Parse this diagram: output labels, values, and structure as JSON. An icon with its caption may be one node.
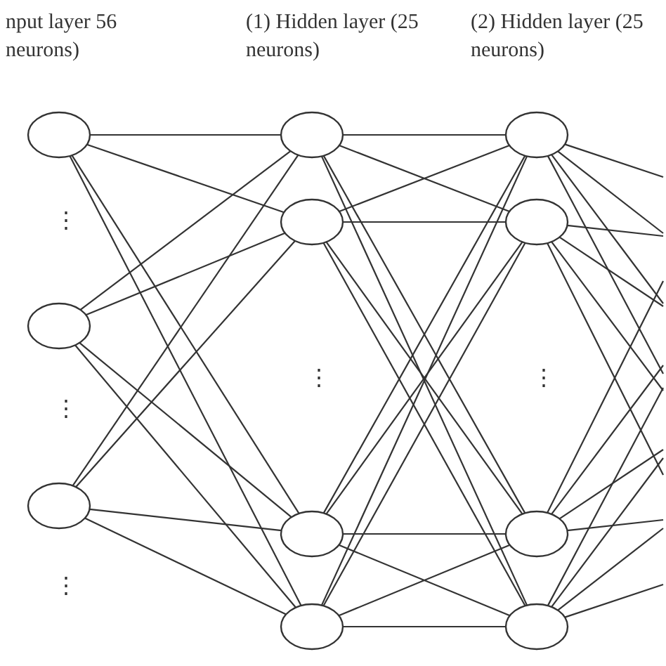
{
  "diagram": {
    "nodes": [
      {
        "text": [],
        "shape": "ellipse"
      },
      {
        "text": [],
        "shape": "ellipse"
      },
      {
        "text": [],
        "shape": "ellipse"
      },
      {
        "text": [],
        "shape": "ellipse"
      },
      {
        "text": [],
        "shape": "ellipse"
      },
      {
        "text": [],
        "shape": "ellipse"
      },
      {
        "text": [],
        "shape": "ellipse"
      },
      {
        "text": [],
        "shape": "ellipse"
      },
      {
        "text": [],
        "shape": "ellipse"
      },
      {
        "text": [],
        "shape": "ellipse"
      },
      {
        "text": [],
        "shape": "ellipse"
      }
    ],
    "edges": [
      {
        "from": 0,
        "to": 3,
        "arrow": "none"
      },
      {
        "from": 0,
        "to": 4,
        "arrow": "none"
      },
      {
        "from": 0,
        "to": 5,
        "arrow": "none"
      },
      {
        "from": 0,
        "to": 6,
        "arrow": "none"
      },
      {
        "from": 1,
        "to": 3,
        "arrow": "none"
      },
      {
        "from": 1,
        "to": 4,
        "arrow": "none"
      },
      {
        "from": 1,
        "to": 5,
        "arrow": "none"
      },
      {
        "from": 1,
        "to": 6,
        "arrow": "none"
      },
      {
        "from": 2,
        "to": 3,
        "arrow": "none"
      },
      {
        "from": 2,
        "to": 4,
        "arrow": "none"
      },
      {
        "from": 2,
        "to": 5,
        "arrow": "none"
      },
      {
        "from": 2,
        "to": 6,
        "arrow": "none"
      },
      {
        "from": 3,
        "to": 7,
        "arrow": "none"
      },
      {
        "from": 3,
        "to": 8,
        "arrow": "none"
      },
      {
        "from": 3,
        "to": 9,
        "arrow": "none"
      },
      {
        "from": 3,
        "to": 10,
        "arrow": "none"
      },
      {
        "from": 4,
        "to": 7,
        "arrow": "none"
      },
      {
        "from": 4,
        "to": 8,
        "arrow": "none"
      },
      {
        "from": 4,
        "to": 9,
        "arrow": "none"
      },
      {
        "from": 4,
        "to": 10,
        "arrow": "none"
      },
      {
        "from": 5,
        "to": 7,
        "arrow": "none"
      },
      {
        "from": 5,
        "to": 8,
        "arrow": "none"
      },
      {
        "from": 5,
        "to": 9,
        "arrow": "none"
      },
      {
        "from": 5,
        "to": 10,
        "arrow": "none"
      },
      {
        "from": 6,
        "to": 7,
        "arrow": "none"
      },
      {
        "from": 6,
        "to": 8,
        "arrow": "none"
      },
      {
        "from": 6,
        "to": 9,
        "arrow": "none"
      },
      {
        "from": 6,
        "to": 10,
        "arrow": "none"
      },
      {
        "from": 7,
        "to": null,
        "arrow": "none"
      },
      {
        "from": 7,
        "to": null,
        "arrow": "none"
      },
      {
        "from": 7,
        "to": null,
        "arrow": "none"
      },
      {
        "from": 7,
        "to": null,
        "arrow": "none"
      },
      {
        "from": 8,
        "to": null,
        "arrow": "none"
      },
      {
        "from": 8,
        "to": null,
        "arrow": "none"
      },
      {
        "from": 8,
        "to": null,
        "arrow": "none"
      },
      {
        "from": 8,
        "to": null,
        "arrow": "none"
      },
      {
        "from": 9,
        "to": null,
        "arrow": "none"
      },
      {
        "from": 9,
        "to": null,
        "arrow": "none"
      },
      {
        "from": 9,
        "to": null,
        "arrow": "none"
      },
      {
        "from": 9,
        "to": null,
        "arrow": "none"
      },
      {
        "from": 10,
        "to": null,
        "arrow": "none"
      },
      {
        "from": 10,
        "to": null,
        "arrow": "none"
      },
      {
        "from": 10,
        "to": null,
        "arrow": "none"
      },
      {
        "from": 10,
        "to": null,
        "arrow": "none"
      }
    ],
    "labels": [
      "nput layer 56 neurons)",
      "(1) Hidden layer (25 neurons)",
      "(2) Hidden layer (25 neurons)",
      "⋮",
      "⋮",
      "⋮",
      "⋮",
      "⋮"
    ]
  }
}
